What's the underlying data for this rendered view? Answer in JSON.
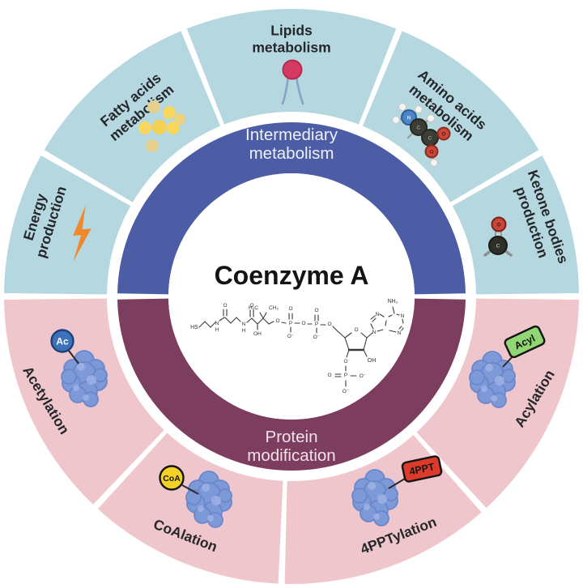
{
  "figure": {
    "title": "Coenzyme A",
    "colors": {
      "background": "#ffffff",
      "outer_top": "#b5d7df",
      "outer_bottom": "#efc6cc",
      "inner_top": "#4c5ca5",
      "inner_bottom": "#7d3d5e",
      "label_text": "#26272b",
      "inner_label_top_text": "#eef1f8",
      "inner_label_bottom_text": "#f2e2ea",
      "center_title_text": "#141414",
      "lightning": "#f0892d",
      "lipid_head": "#d63a62",
      "lipid_tail": "#8da1c6",
      "fatty_bright": "#f7d75e",
      "fatty_dull": "#e3cf8e",
      "protein_blob": "#7e99d8",
      "ac_tag": "#3c72b9",
      "coa_tag": "#f3d125",
      "fourppt_tag": "#dd3a2c",
      "acyl_tag": "#90d773"
    },
    "inner_ring": [
      {
        "id": "intermediary-metabolism",
        "lines": [
          "Intermediary",
          "metabolism"
        ]
      },
      {
        "id": "protein-modification",
        "lines": [
          "Protein",
          "modification"
        ]
      }
    ],
    "outer_ring": [
      {
        "id": "lipids-metabolism",
        "lines": [
          "Lipids",
          "metabolism"
        ],
        "icon": "phospholipid-icon",
        "group": "metabolism"
      },
      {
        "id": "fatty-acids-metabolism",
        "lines": [
          "Fatty acids",
          "metabolism"
        ],
        "icon": "fatty-acid-droplets-icon",
        "group": "metabolism"
      },
      {
        "id": "amino-acids-metabolism",
        "lines": [
          "Amino acids",
          "metabolism"
        ],
        "icon": "amino-acid-molecule-icon",
        "group": "metabolism"
      },
      {
        "id": "energy-production",
        "lines": [
          "Energy",
          "production"
        ],
        "icon": "lightning-bolt-icon",
        "group": "metabolism"
      },
      {
        "id": "ketone-bodies-production",
        "lines": [
          "Ketone bodies",
          "production"
        ],
        "icon": "ketone-molecule-icon",
        "group": "metabolism"
      },
      {
        "id": "acetylation",
        "lines": [
          "Acetylation"
        ],
        "icon": "protein-acetyl-icon",
        "tag": "Ac",
        "group": "modification"
      },
      {
        "id": "coalation",
        "lines": [
          "CoAlation"
        ],
        "icon": "protein-coa-icon",
        "tag": "CoA",
        "group": "modification"
      },
      {
        "id": "4pptylation",
        "lines": [
          "4PPTylation"
        ],
        "icon": "protein-4ppt-icon",
        "tag": "4PPT",
        "group": "modification"
      },
      {
        "id": "acylation",
        "lines": [
          "Acylation"
        ],
        "icon": "protein-acyl-icon",
        "tag": "Acyl",
        "group": "modification"
      }
    ],
    "molecule": {
      "labels": {
        "hs": "HS",
        "o": "O",
        "n": "N",
        "h": "H",
        "oh": "OH",
        "h3c": "H₃C",
        "ch3": "CH₃",
        "p": "P",
        "om": "O⁻",
        "nh2": "NH₂"
      }
    }
  }
}
